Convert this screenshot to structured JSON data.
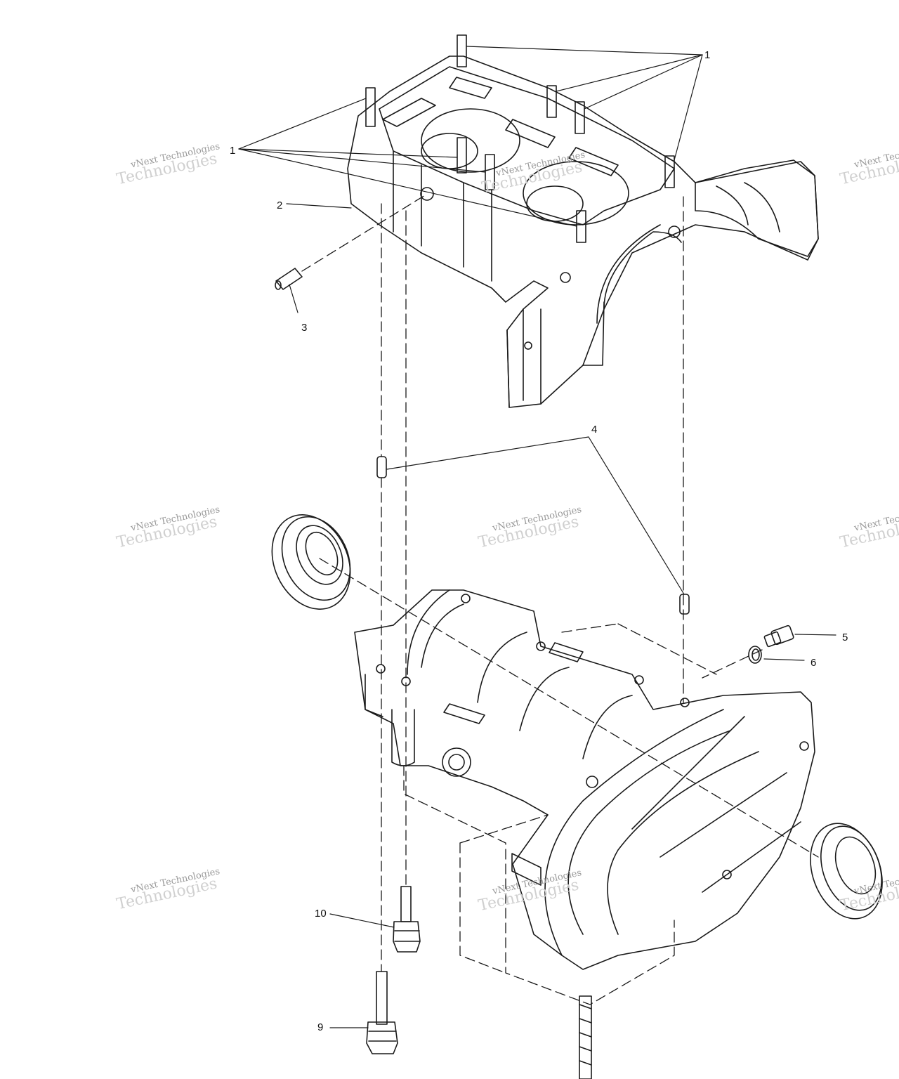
{
  "callouts": {
    "c1_top": "1",
    "c1_left": "1",
    "c2": "2",
    "c3": "3",
    "c4": "4",
    "c5": "5",
    "c6": "6",
    "c9": "9",
    "c10": "10"
  },
  "watermark": {
    "line1": "vNext Technologies",
    "line2": "Technologies"
  },
  "colors": {
    "line": "#1a1a1a",
    "watermark": "#c8c8c8"
  }
}
